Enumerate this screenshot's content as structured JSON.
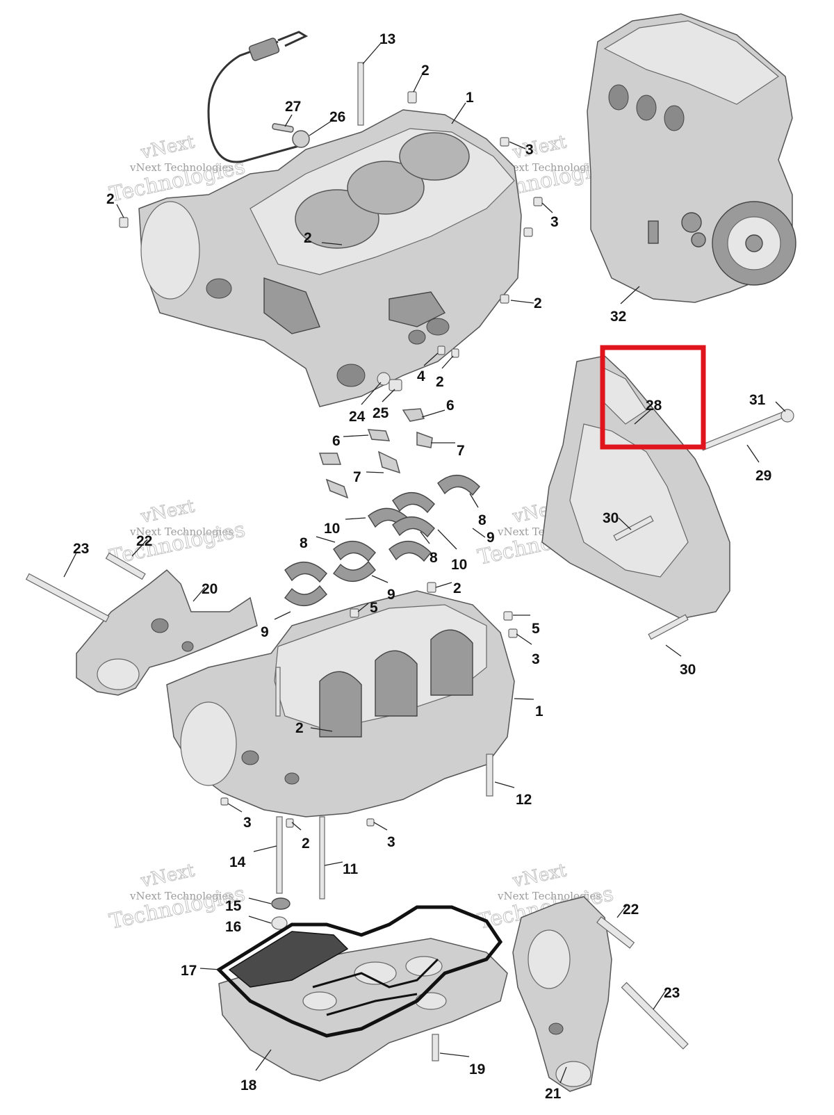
{
  "watermark": {
    "line1": "vNext Technologies",
    "line2": "Technologies",
    "line0": "vNext"
  },
  "highlight_color": "#e0141c",
  "callouts": [
    {
      "id": "c13a",
      "label": "13"
    },
    {
      "id": "c2a",
      "label": "2"
    },
    {
      "id": "c1a",
      "label": "1"
    },
    {
      "id": "c27",
      "label": "27"
    },
    {
      "id": "c26",
      "label": "26"
    },
    {
      "id": "c3a",
      "label": "3"
    },
    {
      "id": "c2b",
      "label": "2"
    },
    {
      "id": "c3b",
      "label": "3"
    },
    {
      "id": "c2c",
      "label": "2"
    },
    {
      "id": "c2d",
      "label": "2"
    },
    {
      "id": "c32",
      "label": "32"
    },
    {
      "id": "c4",
      "label": "4"
    },
    {
      "id": "c2e",
      "label": "2"
    },
    {
      "id": "c24",
      "label": "24"
    },
    {
      "id": "c25",
      "label": "25"
    },
    {
      "id": "c6a",
      "label": "6"
    },
    {
      "id": "c28",
      "label": "28"
    },
    {
      "id": "c31",
      "label": "31"
    },
    {
      "id": "c6b",
      "label": "6"
    },
    {
      "id": "c7a",
      "label": "7"
    },
    {
      "id": "c29",
      "label": "29"
    },
    {
      "id": "c7b",
      "label": "7"
    },
    {
      "id": "c8a",
      "label": "8"
    },
    {
      "id": "c10a",
      "label": "10"
    },
    {
      "id": "c30a",
      "label": "30"
    },
    {
      "id": "c23a",
      "label": "23"
    },
    {
      "id": "c22a",
      "label": "22"
    },
    {
      "id": "c8b",
      "label": "8"
    },
    {
      "id": "c8c",
      "label": "8"
    },
    {
      "id": "c10b",
      "label": "10"
    },
    {
      "id": "c9a",
      "label": "9"
    },
    {
      "id": "c20",
      "label": "20"
    },
    {
      "id": "c9b",
      "label": "9"
    },
    {
      "id": "c2f",
      "label": "2"
    },
    {
      "id": "c5a",
      "label": "5"
    },
    {
      "id": "c5b",
      "label": "5"
    },
    {
      "id": "c9c",
      "label": "9"
    },
    {
      "id": "c3c",
      "label": "3"
    },
    {
      "id": "c30b",
      "label": "30"
    },
    {
      "id": "c1b",
      "label": "1"
    },
    {
      "id": "c2g",
      "label": "2"
    },
    {
      "id": "c12",
      "label": "12"
    },
    {
      "id": "c3d",
      "label": "3"
    },
    {
      "id": "c2h",
      "label": "2"
    },
    {
      "id": "c3e",
      "label": "3"
    },
    {
      "id": "c14",
      "label": "14"
    },
    {
      "id": "c11",
      "label": "11"
    },
    {
      "id": "c15",
      "label": "15"
    },
    {
      "id": "c16",
      "label": "16"
    },
    {
      "id": "c22b",
      "label": "22"
    },
    {
      "id": "c17",
      "label": "17"
    },
    {
      "id": "c23b",
      "label": "23"
    },
    {
      "id": "c19",
      "label": "19"
    },
    {
      "id": "c18",
      "label": "18"
    },
    {
      "id": "c21",
      "label": "21"
    }
  ]
}
